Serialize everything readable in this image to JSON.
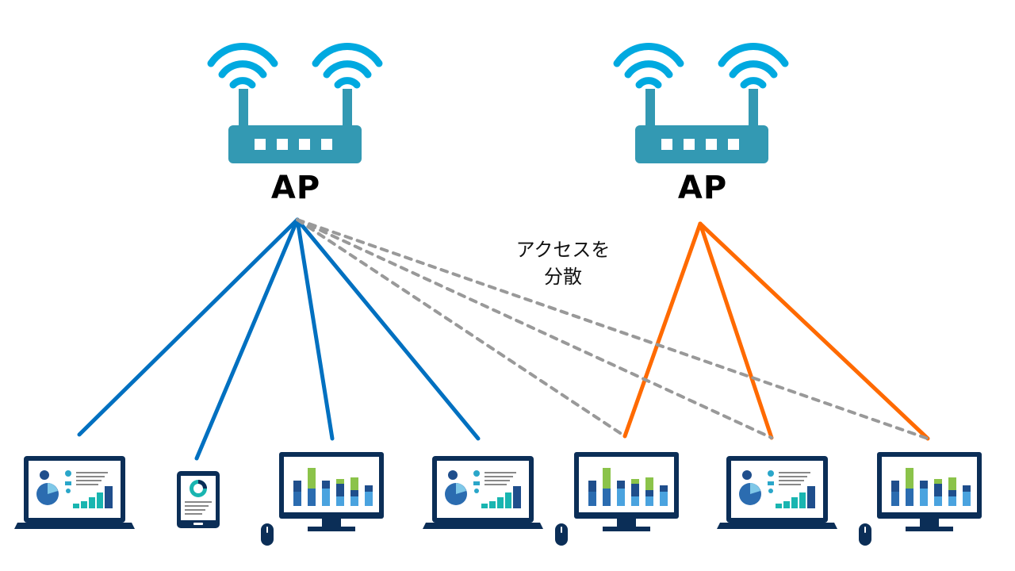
{
  "access_points": [
    {
      "label": "AP"
    },
    {
      "label": "AP"
    }
  ],
  "annotation": {
    "line1": "アクセスを",
    "line2": "分散"
  },
  "colors": {
    "router": "#3399b3",
    "wifi": "#00a9e0",
    "link_ap1": "#0070c0",
    "link_ap2": "#ff6a00",
    "alt_link": "#999999",
    "device_frame": "#0b2e57"
  },
  "icons": [
    "router-icon",
    "wifi-icon",
    "laptop-icon",
    "tablet-icon",
    "desktop-monitor-icon",
    "mouse-icon"
  ],
  "devices": [
    {
      "type": "laptop"
    },
    {
      "type": "tablet"
    },
    {
      "type": "desktop"
    },
    {
      "type": "laptop"
    },
    {
      "type": "desktop"
    },
    {
      "type": "laptop"
    },
    {
      "type": "desktop"
    }
  ]
}
